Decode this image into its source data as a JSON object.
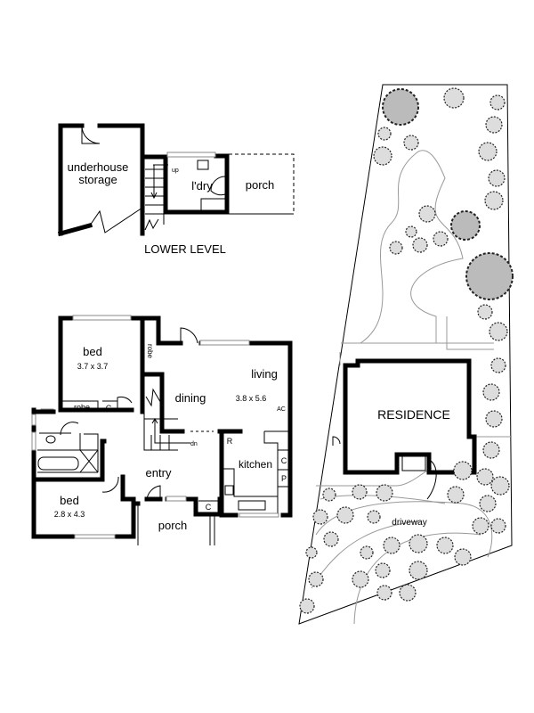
{
  "lower_level": {
    "title": "LOWER LEVEL",
    "storage_line1": "underhouse",
    "storage_line2": "storage",
    "laundry": "l'dry",
    "porch": "porch",
    "stair_up": "up"
  },
  "main_level": {
    "bed1": {
      "label": "bed",
      "size": "3.7 x 3.7"
    },
    "bed1_robe": "robe",
    "robe": "robe",
    "cupboard": "C",
    "dining": "dining",
    "living": {
      "label": "living",
      "size": "3.8 x 5.6"
    },
    "ac": "AC",
    "stair_down": "dn",
    "fridge": "R",
    "kitchen": "kitchen",
    "kitchen_cupboard": "C",
    "pantry": "P",
    "entry": "entry",
    "bed2": {
      "label": "bed",
      "size": "2.8 x 4.3"
    },
    "porch": "porch",
    "entry_cupboard": "C"
  },
  "site_plan": {
    "residence": "RESIDENCE",
    "driveway": "driveway"
  }
}
